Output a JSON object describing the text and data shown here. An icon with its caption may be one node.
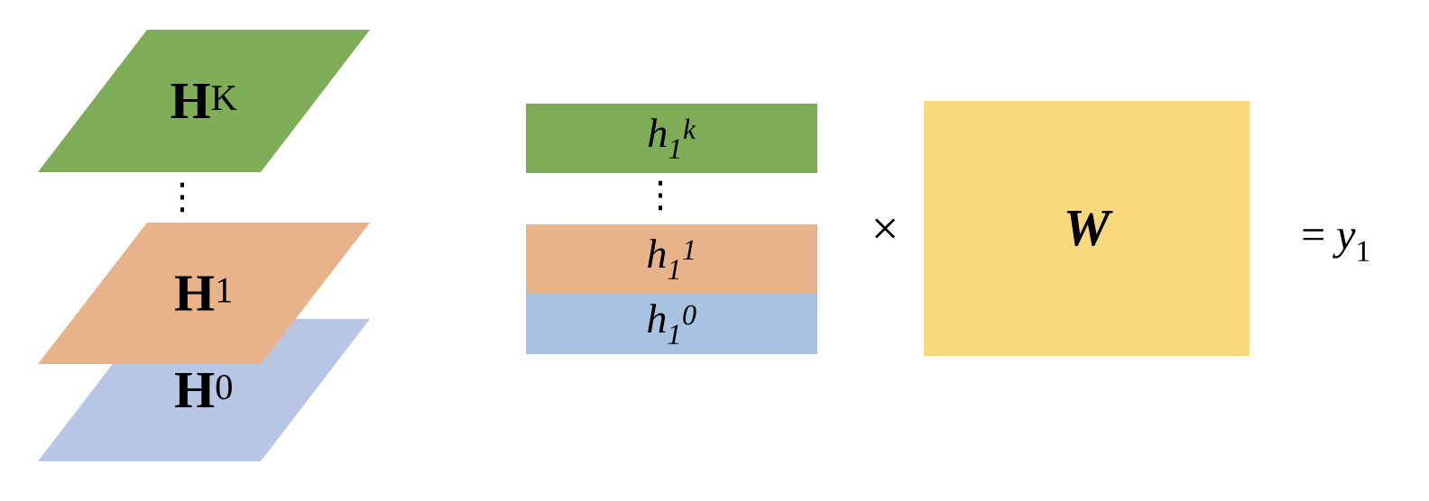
{
  "diagram": {
    "nodes": [
      {
        "text": [
          "**H**$^{K}$"
        ]
      },
      {
        "text": [
          "**H**$^{1}$"
        ]
      },
      {
        "text": [
          "**H**$^{0}$"
        ]
      },
      {
        "text": [
          "h$_{1}$$^{k}$"
        ]
      },
      {
        "text": [
          "h$_{1}$$^{1}$"
        ]
      },
      {
        "text": [
          "h$_{1}$$^{0}$"
        ]
      },
      {
        "text": [
          "W"
        ]
      }
    ],
    "labels": [
      "⋮",
      "⋮",
      "×",
      "= *y*$_{1}$"
    ]
  }
}
